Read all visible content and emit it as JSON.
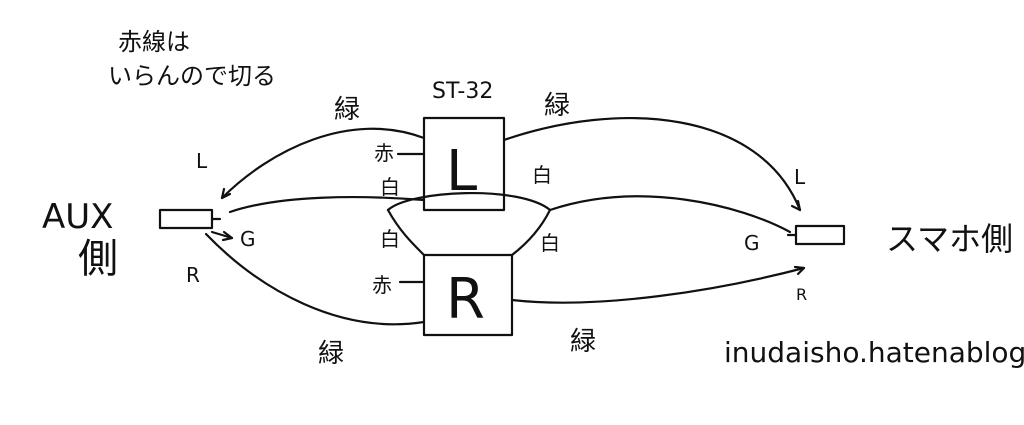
{
  "note": {
    "line1": "赤線は",
    "line2": "いらんので切る"
  },
  "device": {
    "name": "ST-32",
    "left_box": "L",
    "right_box": "R"
  },
  "aux": {
    "label1": "AUX",
    "label2": "側",
    "pin_l": "L",
    "pin_g": "G",
    "pin_r": "R"
  },
  "phone": {
    "label": "スマホ側",
    "pin_l": "L",
    "pin_g": "G",
    "pin_r": "R"
  },
  "wires": {
    "green_top_left": "緑",
    "green_top_right": "緑",
    "green_bottom_left": "緑",
    "green_bottom_right": "緑",
    "red_l": "赤",
    "white_l_left": "白",
    "white_l_right": "白",
    "white_r_left": "白",
    "white_r_right": "白",
    "red_r": "赤"
  },
  "footer": {
    "url": "inudaisho.hatenablog.com"
  }
}
